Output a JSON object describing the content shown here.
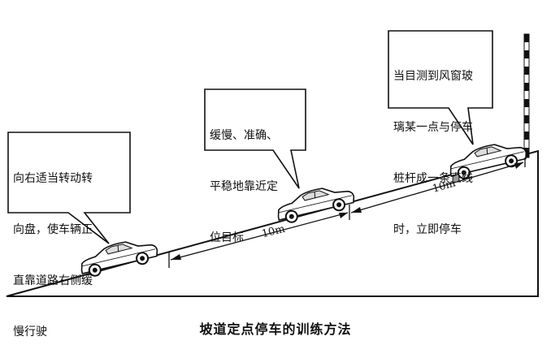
{
  "callouts": [
    {
      "lines": [
        "向右适当转动转",
        "向盘，使车辆正",
        "直靠道路右侧缓",
        "慢行驶"
      ]
    },
    {
      "lines": [
        "缓慢、准确、",
        "平稳地靠近定",
        "位目标"
      ]
    },
    {
      "lines": [
        "当目测到风窗玻",
        "璃某一点与停车",
        "桩杆成一条直线",
        "时，立即停车"
      ]
    }
  ],
  "distances": [
    "10m",
    "10m"
  ],
  "caption": "坡道定点停车的训练方法",
  "colors": {
    "ink": "#111111",
    "slope_fill": "#ffffff",
    "pole_stripe": "#111111"
  }
}
